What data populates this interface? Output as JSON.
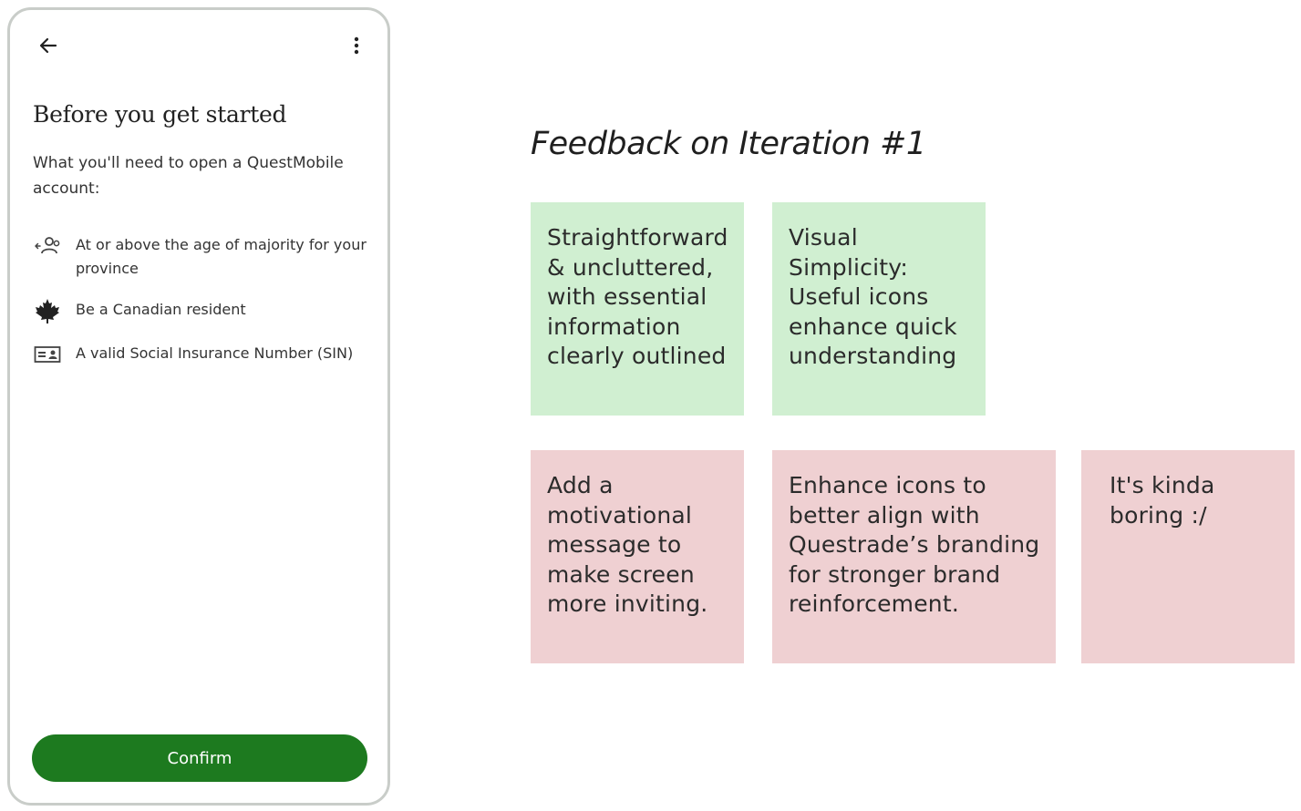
{
  "phone": {
    "title": "Before you get started",
    "subtitle": "What you'll need to open a QuestMobile account:",
    "requirements": [
      {
        "icon": "person-group-icon",
        "text": "At or above the age of majority for your province"
      },
      {
        "icon": "maple-leaf-icon",
        "text": "Be a Canadian resident"
      },
      {
        "icon": "id-card-icon",
        "text": "A valid Social Insurance Number (SIN)"
      }
    ],
    "confirm_label": "Confirm",
    "accent_color": "#1d7a1f"
  },
  "feedback": {
    "title": "Feedback on Iteration #1",
    "positive_color": "#d0efd1",
    "negative_color": "#efd0d2",
    "notes": [
      {
        "sentiment": "positive",
        "text": "Straightforward\n& uncluttered,\nwith essential\ninformation\nclearly outlined"
      },
      {
        "sentiment": "positive",
        "text": "Visual\nSimplicity:\nUseful icons\nenhance quick\nunderstanding"
      },
      {
        "sentiment": "negative",
        "text": "Add a\nmotivational\nmessage to\nmake screen\nmore inviting."
      },
      {
        "sentiment": "negative",
        "text": "Enhance icons to\nbetter align with\nQuestrade’s branding\nfor stronger brand\nreinforcement."
      },
      {
        "sentiment": "negative",
        "text": "It's kinda\nboring :/"
      }
    ]
  }
}
